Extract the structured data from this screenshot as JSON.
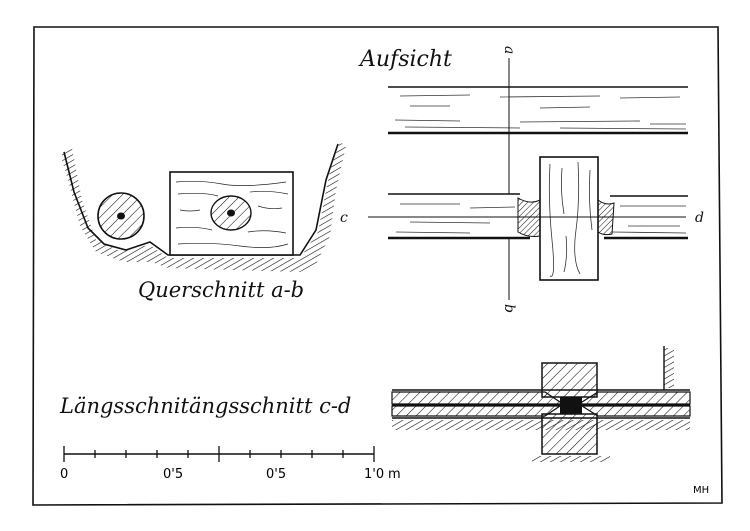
{
  "labels": {
    "top_view": "Aufsicht",
    "cross_section": "Querschnitt a-b",
    "longitudinal_section": "Längsschnitängsschnitt c-d",
    "point_a": "a",
    "point_b": "b",
    "point_c": "c",
    "point_d": "d",
    "initials": "MH"
  },
  "scale_bar": {
    "tick_0": "0",
    "tick_1": "0'5",
    "tick_2": "0'5",
    "tick_3": "1'0",
    "unit": "m"
  }
}
